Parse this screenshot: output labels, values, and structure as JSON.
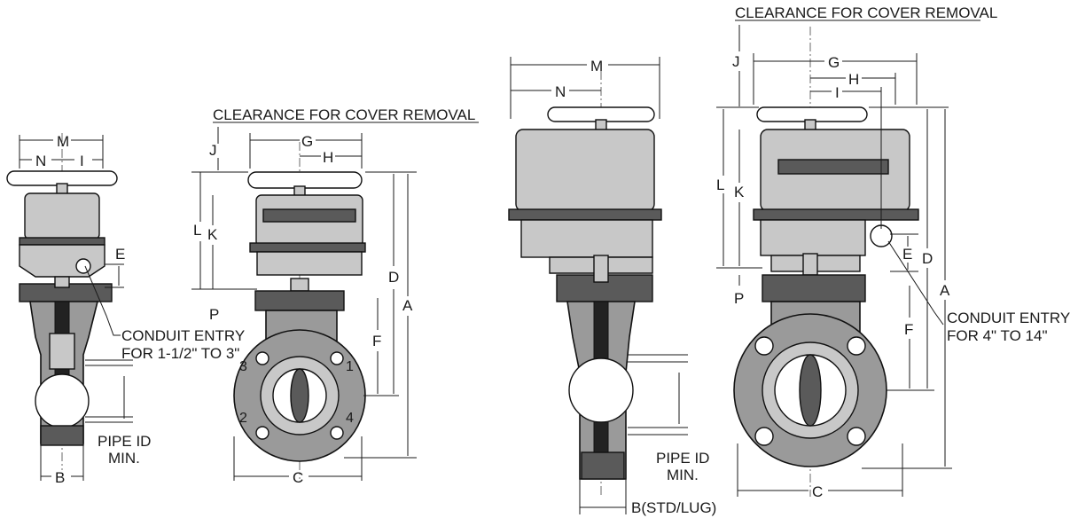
{
  "notes": {
    "clearance_small": "CLEARANCE FOR COVER REMOVAL",
    "clearance_large": "CLEARANCE FOR COVER REMOVAL",
    "conduit_small_1": "CONDUIT ENTRY",
    "conduit_small_2": "FOR 1-1/2\" TO 3\"",
    "conduit_large_1": "CONDUIT ENTRY",
    "conduit_large_2": "FOR 4\" TO 14\"",
    "pipe_small_1": "PIPE ID",
    "pipe_small_2": "MIN.",
    "pipe_large_1": "PIPE ID",
    "pipe_large_2": "MIN."
  },
  "dims": {
    "A": "A",
    "B": "B",
    "B_std": "B(STD/LUG)",
    "C": "C",
    "D": "D",
    "E": "E",
    "F": "F",
    "G": "G",
    "H": "H",
    "I": "I",
    "J": "J",
    "K": "K",
    "L": "L",
    "M": "M",
    "N": "N",
    "P": "P"
  },
  "bolt_numbers": [
    "1",
    "2",
    "3",
    "4"
  ]
}
